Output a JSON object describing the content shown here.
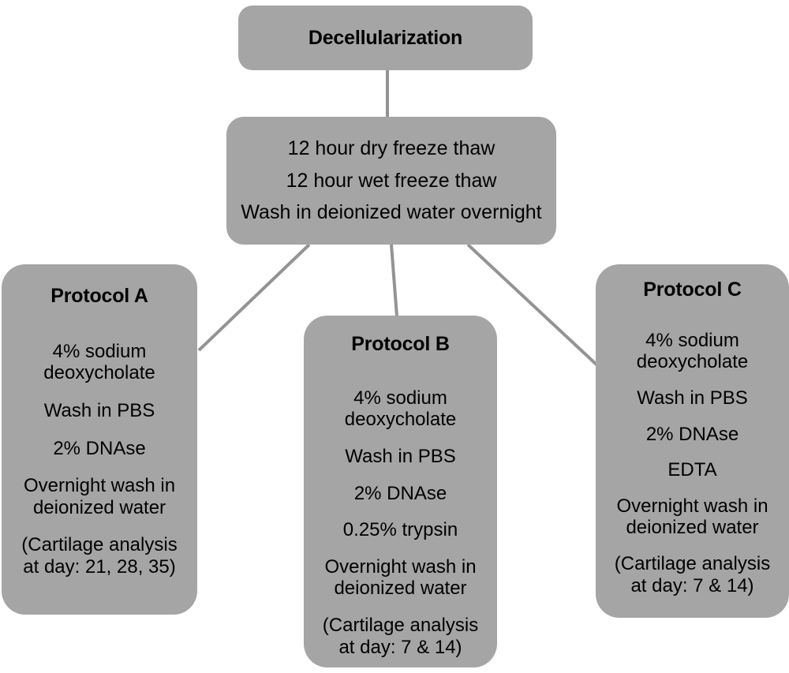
{
  "diagram": {
    "type": "flowchart",
    "title_node": {
      "name": "decellularization",
      "label": "Decellularization"
    },
    "process_node": {
      "name": "freeze-thaw",
      "lines": [
        "12 hour dry freeze thaw",
        "12 hour wet freeze thaw",
        "Wash in deionized water overnight"
      ]
    },
    "protocols": [
      {
        "name": "protocol-a",
        "title": "Protocol A",
        "lines": [
          "4% sodium\ndeoxycholate",
          "Wash in PBS",
          "2% DNAse",
          "Overnight wash in\ndeionized water",
          "(Cartilage analysis\nat day: 21, 28, 35)"
        ]
      },
      {
        "name": "protocol-b",
        "title": "Protocol B",
        "lines": [
          "4% sodium\ndeoxycholate",
          "Wash in PBS",
          "2% DNAse",
          "0.25% trypsin",
          "Overnight wash in\ndeionized water",
          "(Cartilage analysis\nat day: 7 & 14)"
        ]
      },
      {
        "name": "protocol-c",
        "title": "Protocol C",
        "lines": [
          "4% sodium\ndeoxycholate",
          "Wash in PBS",
          "2% DNAse",
          "EDTA",
          "Overnight wash in\ndeionized water",
          "(Cartilage analysis\nat day: 7 & 14)"
        ]
      }
    ],
    "connectors": [
      {
        "name": "connector-decellularization-to-freeze-thaw",
        "from": "decellularization",
        "to": "freeze-thaw"
      },
      {
        "name": "connector-freeze-thaw-to-protocol-a",
        "from": "freeze-thaw",
        "to": "protocol-a"
      },
      {
        "name": "connector-freeze-thaw-to-protocol-b",
        "from": "freeze-thaw",
        "to": "protocol-b"
      },
      {
        "name": "connector-freeze-thaw-to-protocol-c",
        "from": "freeze-thaw",
        "to": "protocol-c"
      }
    ],
    "colors": {
      "node_fill": "#a5a5a5",
      "connector": "#939393",
      "text": "#000000",
      "background": "#ffffff"
    }
  }
}
